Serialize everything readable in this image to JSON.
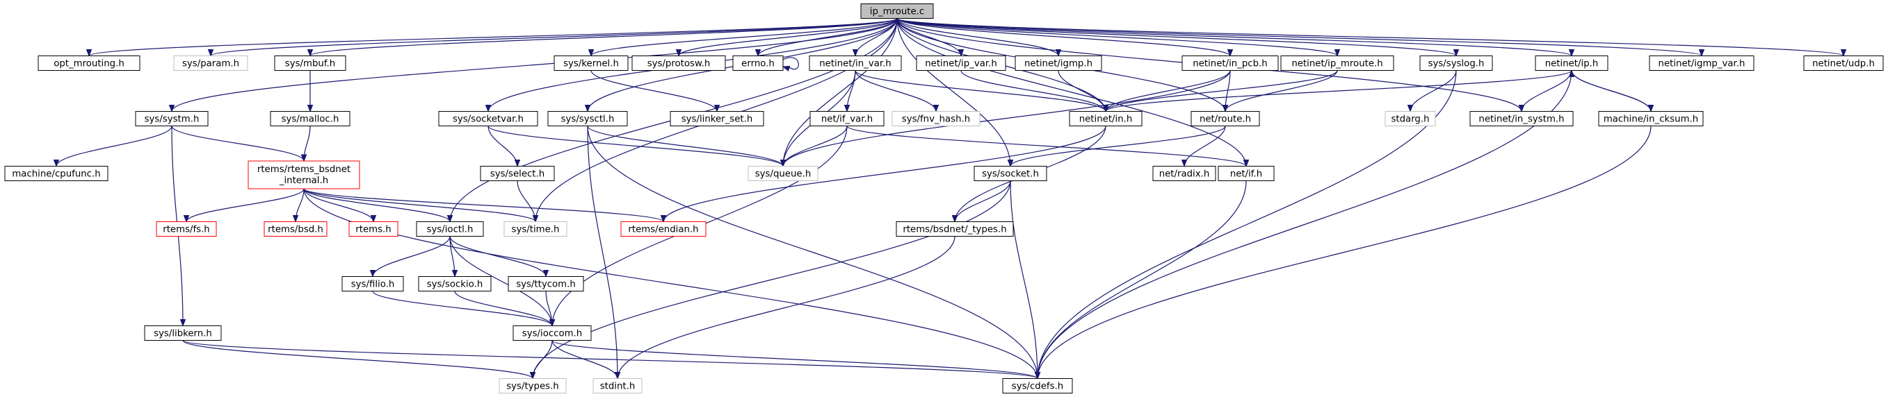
{
  "diagram": {
    "root": "ip_mroute.c",
    "colors": {
      "edge": "#191970",
      "documented_border": "#000000",
      "undocumented_border": "#bfbfbf",
      "not_found_border": "#ff0000",
      "root_fill": "#bfbfbf"
    },
    "nodes": [
      {
        "id": "ip_mroute_c",
        "label": "ip_mroute.c",
        "kind": "root"
      },
      {
        "id": "opt_mrouting_h",
        "label": "opt_mrouting.h",
        "kind": "normal"
      },
      {
        "id": "sys_param_h",
        "label": "sys/param.h",
        "kind": "gray"
      },
      {
        "id": "sys_systm_h",
        "label": "sys/systm.h",
        "kind": "normal"
      },
      {
        "id": "sys_mbuf_h",
        "label": "sys/mbuf.h",
        "kind": "normal"
      },
      {
        "id": "sys_malloc_h",
        "label": "sys/malloc.h",
        "kind": "normal"
      },
      {
        "id": "sys_socketvar_h",
        "label": "sys/socketvar.h",
        "kind": "normal"
      },
      {
        "id": "sys_sysctl_h",
        "label": "sys/sysctl.h",
        "kind": "normal"
      },
      {
        "id": "sys_kernel_h",
        "label": "sys/kernel.h",
        "kind": "normal"
      },
      {
        "id": "sys_protosw_h",
        "label": "sys/protosw.h",
        "kind": "normal"
      },
      {
        "id": "errno_h",
        "label": "errno.h",
        "kind": "normal"
      },
      {
        "id": "netinet_in_var_h",
        "label": "netinet/in_var.h",
        "kind": "normal"
      },
      {
        "id": "netinet_ip_var_h",
        "label": "netinet/ip_var.h",
        "kind": "normal"
      },
      {
        "id": "netinet_igmp_h",
        "label": "netinet/igmp.h",
        "kind": "normal"
      },
      {
        "id": "netinet_in_pcb_h",
        "label": "netinet/in_pcb.h",
        "kind": "normal"
      },
      {
        "id": "netinet_ip_mroute_h",
        "label": "netinet/ip_mroute.h",
        "kind": "normal"
      },
      {
        "id": "sys_syslog_h",
        "label": "sys/syslog.h",
        "kind": "normal"
      },
      {
        "id": "netinet_ip_h",
        "label": "netinet/ip.h",
        "kind": "normal"
      },
      {
        "id": "netinet_igmp_var_h",
        "label": "netinet/igmp_var.h",
        "kind": "normal"
      },
      {
        "id": "netinet_udp_h",
        "label": "netinet/udp.h",
        "kind": "normal"
      },
      {
        "id": "machine_cpufunc_h",
        "label": "machine/cpufunc.h",
        "kind": "normal"
      },
      {
        "id": "rtems_bsdnet_internal_h",
        "label": "rtems/rtems_bsdnet_internal.h",
        "line1": "rtems/rtems_bsdnet",
        "line2": "_internal.h",
        "kind": "red"
      },
      {
        "id": "sys_select_h",
        "label": "sys/select.h",
        "kind": "normal"
      },
      {
        "id": "sys_linker_set_h",
        "label": "sys/linker_set.h",
        "kind": "normal"
      },
      {
        "id": "net_if_var_h",
        "label": "net/if_var.h",
        "kind": "normal"
      },
      {
        "id": "sys_fnv_hash_h",
        "label": "sys/fnv_hash.h",
        "kind": "gray"
      },
      {
        "id": "netinet_in_h",
        "label": "netinet/in.h",
        "kind": "normal"
      },
      {
        "id": "net_route_h",
        "label": "net/route.h",
        "kind": "normal"
      },
      {
        "id": "stdarg_h",
        "label": "stdarg.h",
        "kind": "gray"
      },
      {
        "id": "netinet_in_systm_h",
        "label": "netinet/in_systm.h",
        "kind": "normal"
      },
      {
        "id": "machine_in_cksum_h",
        "label": "machine/in_cksum.h",
        "kind": "normal"
      },
      {
        "id": "sys_queue_h",
        "label": "sys/queue.h",
        "kind": "gray"
      },
      {
        "id": "net_radix_h",
        "label": "net/radix.h",
        "kind": "normal"
      },
      {
        "id": "net_if_h",
        "label": "net/if.h",
        "kind": "normal"
      },
      {
        "id": "sys_socket_h",
        "label": "sys/socket.h",
        "kind": "normal"
      },
      {
        "id": "rtems_fs_h",
        "label": "rtems/fs.h",
        "kind": "red"
      },
      {
        "id": "rtems_bsd_h",
        "label": "rtems/bsd.h",
        "kind": "red"
      },
      {
        "id": "rtems_h",
        "label": "rtems.h",
        "kind": "red"
      },
      {
        "id": "sys_ioctl_h",
        "label": "sys/ioctl.h",
        "kind": "normal"
      },
      {
        "id": "sys_time_h",
        "label": "sys/time.h",
        "kind": "gray"
      },
      {
        "id": "rtems_endian_h",
        "label": "rtems/endian.h",
        "kind": "red"
      },
      {
        "id": "rtems_bsdnet__types_h",
        "label": "rtems/bsdnet/_types.h",
        "kind": "normal"
      },
      {
        "id": "sys_filio_h",
        "label": "sys/filio.h",
        "kind": "normal"
      },
      {
        "id": "sys_sockio_h",
        "label": "sys/sockio.h",
        "kind": "normal"
      },
      {
        "id": "sys_ttycom_h",
        "label": "sys/ttycom.h",
        "kind": "normal"
      },
      {
        "id": "sys_libkern_h",
        "label": "sys/libkern.h",
        "kind": "normal"
      },
      {
        "id": "sys_ioccom_h",
        "label": "sys/ioccom.h",
        "kind": "normal"
      },
      {
        "id": "sys_types_h",
        "label": "sys/types.h",
        "kind": "gray"
      },
      {
        "id": "stdint_h",
        "label": "stdint.h",
        "kind": "gray"
      },
      {
        "id": "sys_cdefs_h",
        "label": "sys/cdefs.h",
        "kind": "normal"
      }
    ],
    "edges": [
      [
        "ip_mroute_c",
        "opt_mrouting_h"
      ],
      [
        "ip_mroute_c",
        "sys_param_h"
      ],
      [
        "ip_mroute_c",
        "sys_systm_h"
      ],
      [
        "ip_mroute_c",
        "sys_mbuf_h"
      ],
      [
        "ip_mroute_c",
        "sys_socketvar_h"
      ],
      [
        "ip_mroute_c",
        "sys_sysctl_h"
      ],
      [
        "ip_mroute_c",
        "sys_ioctl_h"
      ],
      [
        "ip_mroute_c",
        "sys_time_h"
      ],
      [
        "ip_mroute_c",
        "sys_queue_h"
      ],
      [
        "ip_mroute_c",
        "sys_kernel_h"
      ],
      [
        "ip_mroute_c",
        "sys_protosw_h"
      ],
      [
        "ip_mroute_c",
        "errno_h"
      ],
      [
        "ip_mroute_c",
        "netinet_in_var_h"
      ],
      [
        "ip_mroute_c",
        "sys_socket_h"
      ],
      [
        "ip_mroute_c",
        "netinet_ip_var_h"
      ],
      [
        "ip_mroute_c",
        "netinet_igmp_h"
      ],
      [
        "ip_mroute_c",
        "netinet_in_pcb_h"
      ],
      [
        "ip_mroute_c",
        "netinet_ip_mroute_h"
      ],
      [
        "ip_mroute_c",
        "netinet_in_h"
      ],
      [
        "ip_mroute_c",
        "net_route_h"
      ],
      [
        "ip_mroute_c",
        "sys_syslog_h"
      ],
      [
        "ip_mroute_c",
        "netinet_in_systm_h"
      ],
      [
        "ip_mroute_c",
        "netinet_ip_h"
      ],
      [
        "ip_mroute_c",
        "netinet_igmp_var_h"
      ],
      [
        "ip_mroute_c",
        "netinet_udp_h"
      ],
      [
        "ip_mroute_c",
        "net_if_h"
      ],
      [
        "sys_systm_h",
        "machine_cpufunc_h"
      ],
      [
        "sys_systm_h",
        "rtems_bsdnet_internal_h"
      ],
      [
        "sys_systm_h",
        "sys_libkern_h"
      ],
      [
        "sys_mbuf_h",
        "sys_malloc_h"
      ],
      [
        "sys_malloc_h",
        "rtems_bsdnet_internal_h"
      ],
      [
        "sys_socketvar_h",
        "sys_select_h"
      ],
      [
        "sys_socketvar_h",
        "sys_queue_h"
      ],
      [
        "sys_select_h",
        "sys_time_h"
      ],
      [
        "sys_sysctl_h",
        "sys_queue_h"
      ],
      [
        "sys_sysctl_h",
        "stdint_h"
      ],
      [
        "sys_sysctl_h",
        "sys_cdefs_h"
      ],
      [
        "sys_kernel_h",
        "sys_linker_set_h"
      ],
      [
        "errno_h",
        "errno_h"
      ],
      [
        "netinet_in_var_h",
        "net_if_var_h"
      ],
      [
        "netinet_in_var_h",
        "sys_fnv_hash_h"
      ],
      [
        "netinet_in_var_h",
        "netinet_in_h"
      ],
      [
        "netinet_in_var_h",
        "sys_queue_h"
      ],
      [
        "net_if_var_h",
        "sys_queue_h"
      ],
      [
        "net_if_var_h",
        "sys_ioccom_h"
      ],
      [
        "net_if_var_h",
        "net_if_h"
      ],
      [
        "netinet_ip_var_h",
        "netinet_in_h"
      ],
      [
        "netinet_igmp_h",
        "netinet_in_h"
      ],
      [
        "netinet_in_pcb_h",
        "netinet_in_h"
      ],
      [
        "netinet_in_pcb_h",
        "net_route_h"
      ],
      [
        "netinet_in_pcb_h",
        "sys_queue_h"
      ],
      [
        "netinet_ip_mroute_h",
        "netinet_in_h"
      ],
      [
        "netinet_ip_mroute_h",
        "net_route_h"
      ],
      [
        "netinet_in_h",
        "rtems_endian_h"
      ],
      [
        "netinet_in_h",
        "rtems_bsdnet__types_h"
      ],
      [
        "net_route_h",
        "net_radix_h"
      ],
      [
        "net_route_h",
        "sys_socket_h"
      ],
      [
        "sys_syslog_h",
        "stdarg_h"
      ],
      [
        "sys_syslog_h",
        "sys_cdefs_h"
      ],
      [
        "netinet_ip_h",
        "netinet_in_h"
      ],
      [
        "netinet_ip_h",
        "netinet_in_systm_h"
      ],
      [
        "netinet_ip_h",
        "machine_in_cksum_h"
      ],
      [
        "netinet_ip_h",
        "sys_cdefs_h"
      ],
      [
        "machine_in_cksum_h",
        "netinet_ip_h"
      ],
      [
        "machine_in_cksum_h",
        "sys_cdefs_h"
      ],
      [
        "net_if_h",
        "sys_cdefs_h"
      ],
      [
        "sys_socket_h",
        "rtems_bsdnet__types_h"
      ],
      [
        "sys_socket_h",
        "sys_cdefs_h"
      ],
      [
        "sys_socket_h",
        "sys_types_h"
      ],
      [
        "rtems_bsdnet_internal_h",
        "rtems_fs_h"
      ],
      [
        "rtems_bsdnet_internal_h",
        "rtems_bsd_h"
      ],
      [
        "rtems_bsdnet_internal_h",
        "rtems_h"
      ],
      [
        "rtems_bsdnet_internal_h",
        "sys_ioctl_h"
      ],
      [
        "rtems_bsdnet_internal_h",
        "sys_time_h"
      ],
      [
        "rtems_bsdnet_internal_h",
        "rtems_endian_h"
      ],
      [
        "rtems_bsdnet_internal_h",
        "sys_cdefs_h"
      ],
      [
        "sys_ioctl_h",
        "sys_filio_h"
      ],
      [
        "sys_ioctl_h",
        "sys_sockio_h"
      ],
      [
        "sys_ioctl_h",
        "sys_ttycom_h"
      ],
      [
        "sys_ioctl_h",
        "sys_ioccom_h"
      ],
      [
        "sys_filio_h",
        "sys_ioccom_h"
      ],
      [
        "sys_sockio_h",
        "sys_ioccom_h"
      ],
      [
        "sys_ttycom_h",
        "sys_ioccom_h"
      ],
      [
        "sys_ioccom_h",
        "sys_types_h"
      ],
      [
        "sys_ioccom_h",
        "stdint_h"
      ],
      [
        "sys_ioccom_h",
        "sys_cdefs_h"
      ],
      [
        "sys_libkern_h",
        "sys_types_h"
      ],
      [
        "sys_libkern_h",
        "sys_cdefs_h"
      ],
      [
        "rtems_bsdnet__types_h",
        "stdint_h"
      ]
    ]
  }
}
